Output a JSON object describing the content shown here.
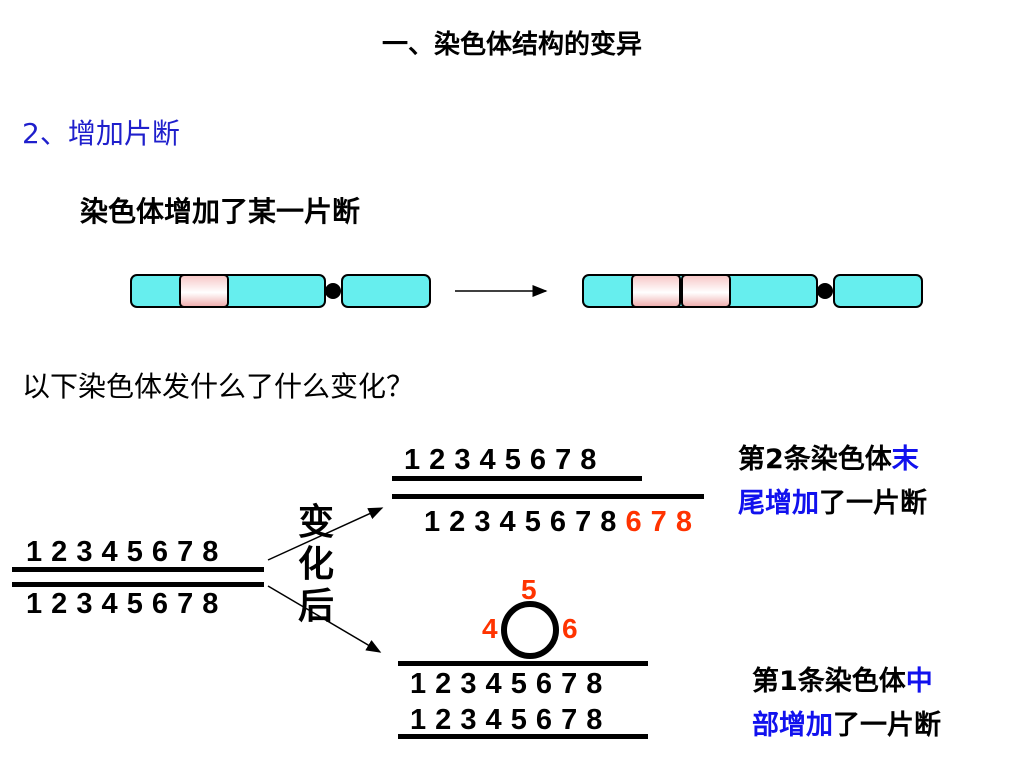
{
  "title": "一、染色体结构的变异",
  "subtitle": "2、增加片断",
  "description": "染色体增加了某一片断",
  "question": "以下染色体发什么了什么变化？",
  "sequence": "1 2 3 4 5 6 7 8",
  "change_label": "变化后",
  "upper_case": {
    "extra_segment": "6 7 8",
    "note_prefix": "第2条染色体",
    "note_highlight": "末尾增加",
    "note_suffix": "了一片断"
  },
  "lower_case": {
    "loop_labels": [
      "4",
      "5",
      "6"
    ],
    "note_prefix": "第1条染色体",
    "note_highlight": "中部增加",
    "note_suffix": "了一片断"
  },
  "colors": {
    "segment": "#66eeee",
    "added_segment": "#f7c8c8",
    "highlight_text": "#1111ee",
    "added_numbers": "#ff3300"
  }
}
